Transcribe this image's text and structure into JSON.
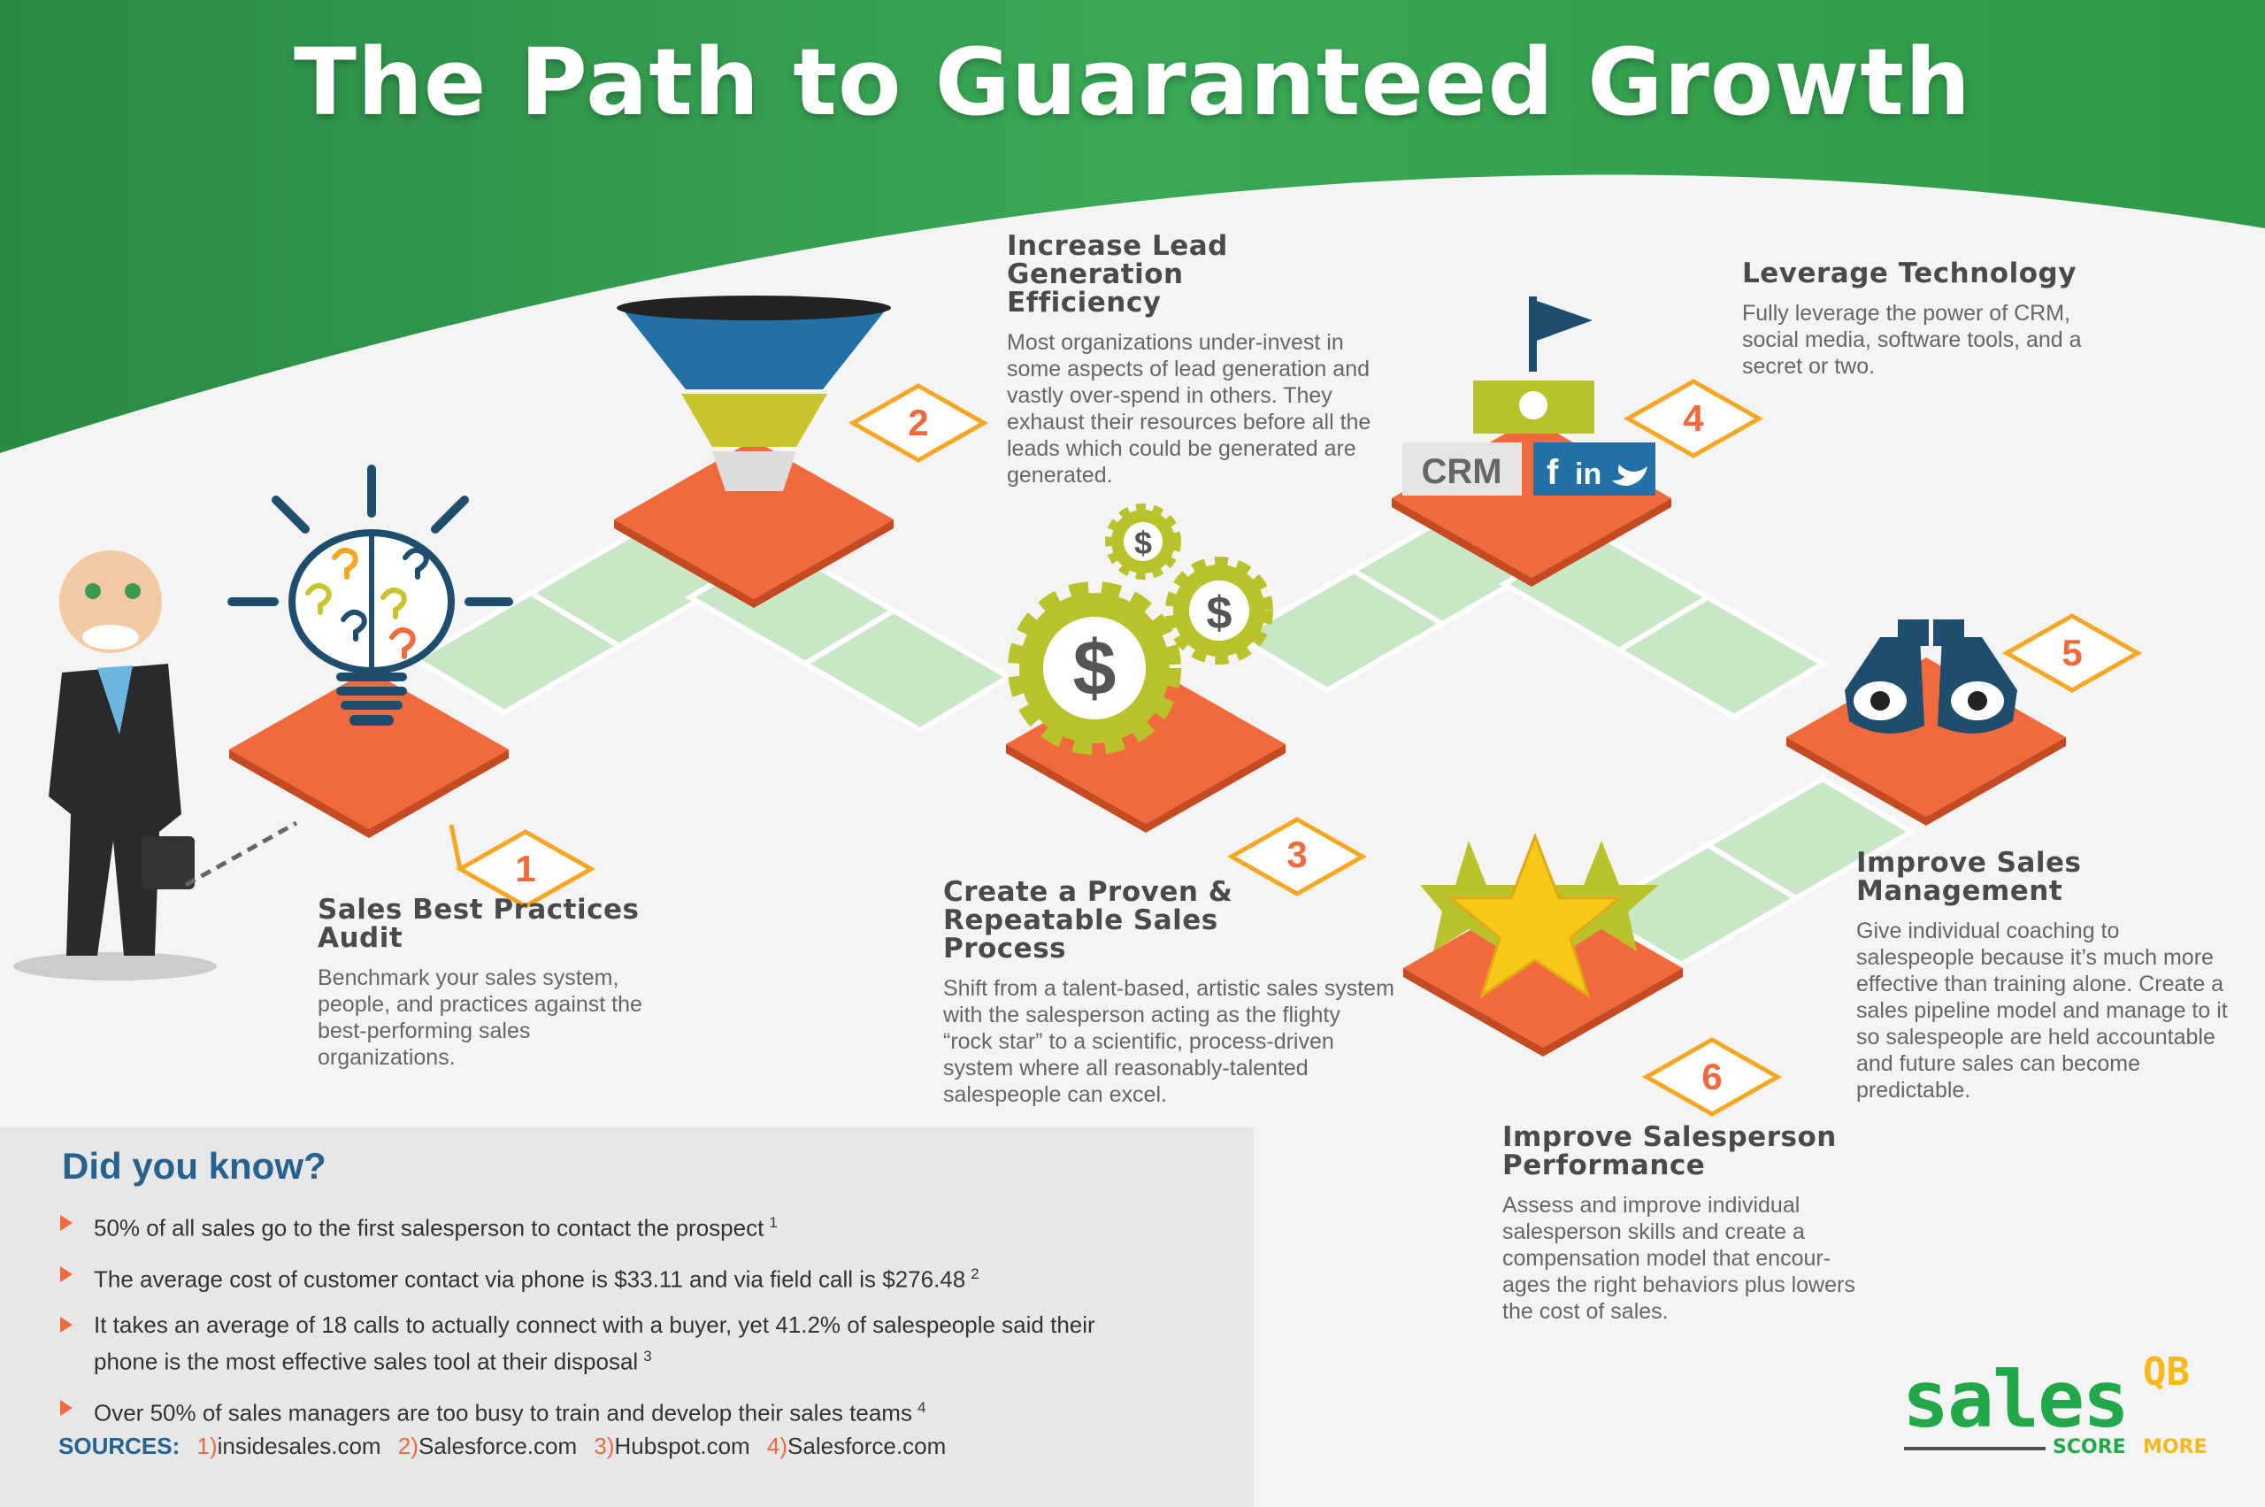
{
  "header": {
    "title": "The Path to Guaranteed Growth"
  },
  "steps": [
    {
      "number": "1",
      "title": "Sales Best Practices Audit",
      "body": "Benchmark your sales system, people, and practices against the best-performing sales organizations."
    },
    {
      "number": "2",
      "title": "Increase Lead Generation Efficiency",
      "body": "Most organizations under-invest in some aspects of lead generation and vastly over-spend in others. They exhaust their resources before all the leads which could be generated are generated."
    },
    {
      "number": "3",
      "title": "Create a Proven & Repeatable Sales Process",
      "body": "Shift from a talent-based, artistic sales system with the salesperson acting as the flighty “rock star” to a scientific, process-driven system where all reasonably-talented salespeople can excel."
    },
    {
      "number": "4",
      "title": "Leverage Technology",
      "body": "Fully leverage the power of CRM, social media, software tools, and a secret or two."
    },
    {
      "number": "5",
      "title": "Improve Sales Management",
      "body": "Give individual coaching to salespeople because it’s much more effective than training alone. Create a sales pipeline model and manage to it so salespeople are held accountable and future sales can become predictable."
    },
    {
      "number": "6",
      "title": "Improve Salesperson Performance",
      "body": "Assess and improve individual salesperson skills and create a compensation model that encour-ages the right behaviors plus lowers the cost of sales."
    }
  ],
  "icons": {
    "crm_label": "CRM",
    "social": [
      "f",
      "in"
    ],
    "dollar": "$"
  },
  "did_you_know": {
    "heading": "Did you know?",
    "facts": [
      {
        "text": "50% of all sales go to the first salesperson to contact the prospect",
        "ref": "1"
      },
      {
        "text": "The average cost of customer contact via phone is $33.11 and via field call is $276.48",
        "ref": "2"
      },
      {
        "text": "It takes an average of 18 calls to actually connect with a buyer, yet 41.2% of salespeople said their phone is the most effective sales tool at their disposal",
        "ref": "3"
      },
      {
        "text": "Over 50% of sales managers are too busy to train and develop their sales teams",
        "ref": "4"
      }
    ],
    "sources_label": "SOURCES:",
    "sources": [
      {
        "n": "1)",
        "name": "insidesales.com"
      },
      {
        "n": "2)",
        "name": "Salesforce.com"
      },
      {
        "n": "3)",
        "name": "Hubspot.com"
      },
      {
        "n": "4)",
        "name": "Salesforce.com"
      }
    ]
  },
  "logo": {
    "word": "sales",
    "sup": "QB",
    "tag1": "SCORE",
    "tag2": "MORE"
  },
  "colors": {
    "green": "#2e9a48",
    "orange": "#f26a3b",
    "blue": "#27628f",
    "path": "#c9e6c6",
    "yellow": "#f6b81a"
  }
}
